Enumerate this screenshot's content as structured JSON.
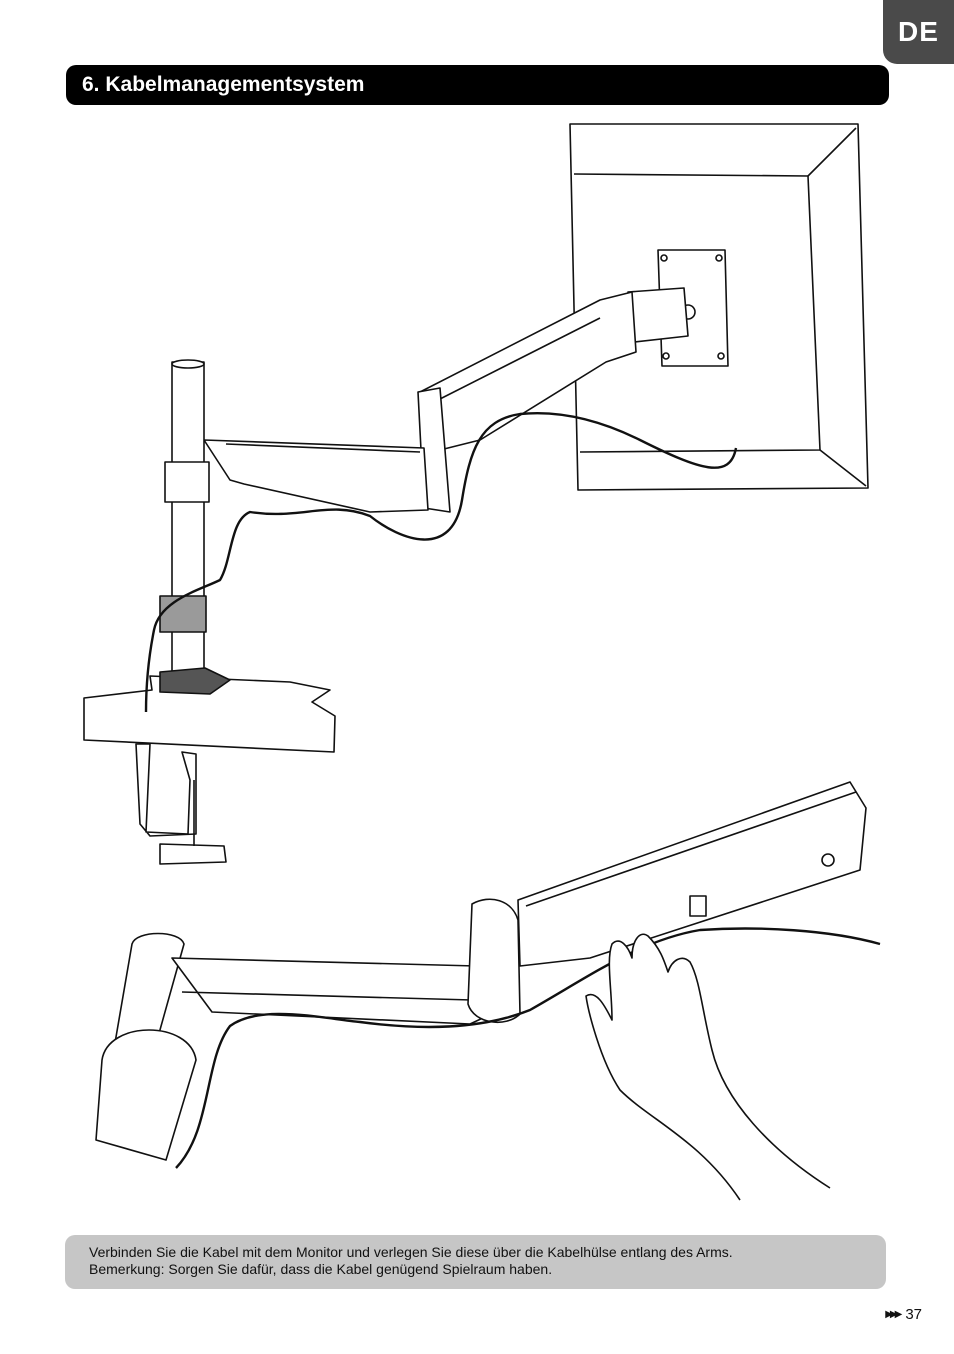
{
  "header": {
    "language": "DE",
    "section_title": "6. Kabelmanagementsystem"
  },
  "illustrations": [
    {
      "name": "monitor-arm-overview",
      "icon": "monitor-arm-illustration"
    },
    {
      "name": "arm-cable-routing-detail",
      "icon": "hand-routing-cable-illustration"
    }
  ],
  "note": {
    "line1": "Verbinden Sie die Kabel mit dem Monitor und verlegen Sie diese über die Kabelhülse entlang des Arms.",
    "line2": "Bemerkung: Sorgen Sie dafür, dass die Kabel genügend Spielraum haben."
  },
  "footer": {
    "page_number": "37",
    "arrow_glyph": "▶▶▶"
  }
}
